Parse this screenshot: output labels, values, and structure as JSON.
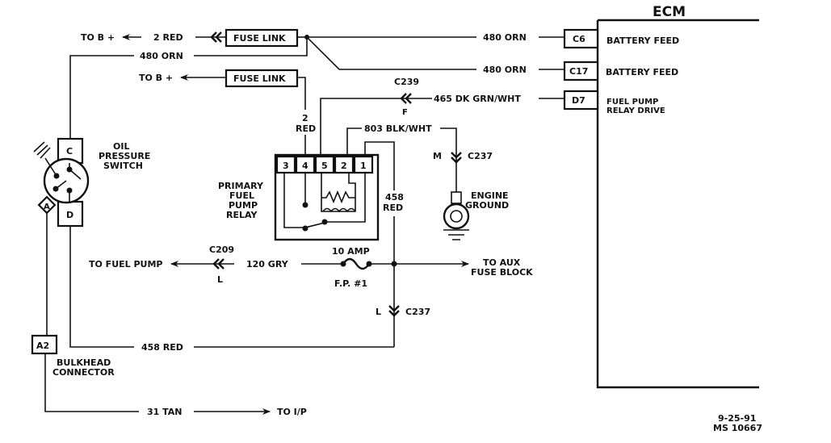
{
  "diagram": {
    "ecm": {
      "title": "ECM",
      "pins": [
        {
          "pin": "C6",
          "function": "BATTERY FEED",
          "wire": "480 ORN"
        },
        {
          "pin": "C17",
          "function": "BATTERY FEED",
          "wire": "480 ORN"
        },
        {
          "pin": "D7",
          "function_line1": "FUEL PUMP",
          "function_line2": "RELAY DRIVE",
          "wire": "465 DK GRN/WHT"
        }
      ]
    },
    "top_left": {
      "to_b_plus_1": "TO B +",
      "wire_2_red": "2 RED",
      "fuse_link_1": "FUSE LINK",
      "wire_480_orn": "480 ORN",
      "to_b_plus_2": "TO B +",
      "fuse_link_2": "FUSE LINK"
    },
    "connectors": {
      "c239": {
        "name": "C239",
        "pin": "F"
      },
      "c237_upper": {
        "name": "C237",
        "pin": "M"
      },
      "c237_lower": {
        "name": "C237",
        "pin": "L"
      },
      "c209": {
        "name": "C209",
        "pin": "L"
      }
    },
    "relay": {
      "line1": "PRIMARY",
      "line2": "FUEL",
      "line3": "PUMP",
      "line4": "RELAY",
      "terminals": [
        "3",
        "4",
        "5",
        "2",
        "1"
      ],
      "wire_2": "2",
      "wire_red": "RED",
      "wire_803": "803 BLK/WHT",
      "wire_458": "458",
      "wire_458_red": "RED"
    },
    "oil_switch": {
      "line1": "OIL",
      "line2": "PRESSURE",
      "line3": "SWITCH",
      "terminals": {
        "c": "C",
        "d": "D",
        "a": "A"
      }
    },
    "ground": {
      "line1": "ENGINE",
      "line2": "GROUND"
    },
    "fuel_pump_line": {
      "to_fuel_pump": "TO FUEL PUMP",
      "wire": "120 GRY",
      "fuse_rating": "10 AMP",
      "fuse_name": "F.P. #1",
      "to_aux_line1": "TO AUX",
      "to_aux_line2": "FUSE BLOCK"
    },
    "bottom": {
      "wire_458_red": "458 RED",
      "bulkhead_pin": "A2",
      "bulkhead_line1": "BULKHEAD",
      "bulkhead_line2": "CONNECTOR",
      "wire_31_tan": "31 TAN",
      "to_ip": "TO I/P"
    },
    "footer": {
      "date": "9-25-91",
      "ref": "MS 10667"
    }
  }
}
